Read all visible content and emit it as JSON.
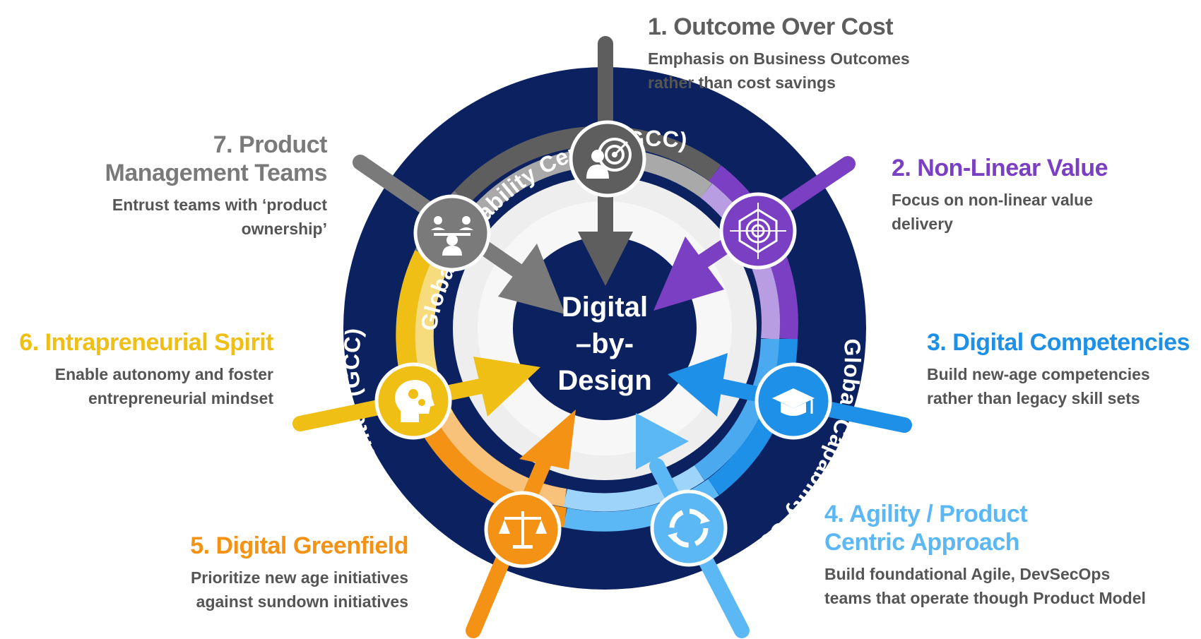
{
  "colors": {
    "navy": "#0c2260",
    "outcome": "#5e5e5e",
    "nonlinear": "#7b3fc4",
    "digital": "#1e90e8",
    "agility": "#5cb8f5",
    "greenfield": "#f39214",
    "intrapreneurial": "#efbf16",
    "product": "#7a7a7a"
  },
  "ring_text": {
    "top": "Global Capability Center (GCC)",
    "right": "Global Capability Center (GCC)",
    "left": "Global Capability Center (GCC)"
  },
  "center": {
    "line1": "Digital",
    "line2": "–by-",
    "line3": "Design"
  },
  "pillars": [
    {
      "id": "outcome",
      "title": "1. Outcome Over Cost",
      "desc_lines": [
        "Emphasis on Business Outcomes",
        "rather than cost savings"
      ],
      "icon": "businessman-target-icon"
    },
    {
      "id": "nonlinear",
      "title": "2. Non-Linear Value",
      "desc_lines": [
        "Focus on non-linear value",
        "delivery"
      ],
      "icon": "crosshair-target-icon"
    },
    {
      "id": "digital",
      "title": "3. Digital Competencies",
      "desc_lines": [
        "Build new-age competencies",
        "rather than legacy skill sets"
      ],
      "icon": "graduation-cap-icon"
    },
    {
      "id": "agility",
      "title_lines": [
        "4. Agility / Product",
        "Centric Approach"
      ],
      "desc_lines": [
        "Build foundational Agile, DevSecOps",
        "teams that operate though Product Model"
      ],
      "icon": "cycle-arrows-icon"
    },
    {
      "id": "greenfield",
      "title": "5. Digital Greenfield",
      "desc_lines": [
        "Prioritize new age initiatives",
        "against sundown initiatives"
      ],
      "icon": "balance-scale-icon"
    },
    {
      "id": "intrapreneurial",
      "title": "6. Intrapreneurial Spirit",
      "desc_lines": [
        "Enable autonomy and foster",
        "entrepreneurial mindset"
      ],
      "icon": "head-gears-icon"
    },
    {
      "id": "product",
      "title_lines": [
        "7. Product",
        "Management Teams"
      ],
      "desc_lines": [
        "Entrust teams with ‘product",
        "ownership’"
      ],
      "icon": "team-meeting-icon"
    }
  ]
}
